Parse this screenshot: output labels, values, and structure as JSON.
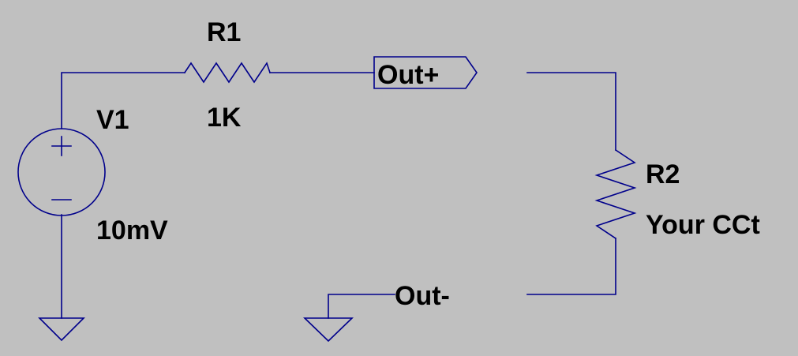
{
  "colors": {
    "background": "#c0c0c0",
    "wire": "#00008b",
    "text": "#000000"
  },
  "components": {
    "v1": {
      "ref": "V1",
      "value": "10mV",
      "type": "voltage-source"
    },
    "r1": {
      "ref": "R1",
      "value": "1K",
      "type": "resistor"
    },
    "r2": {
      "ref": "R2",
      "value": "Your CCt",
      "type": "resistor"
    }
  },
  "net_labels": {
    "out_plus": "Out+",
    "out_minus": "Out-"
  },
  "symbols": {
    "plus": "+",
    "minus": "−"
  }
}
